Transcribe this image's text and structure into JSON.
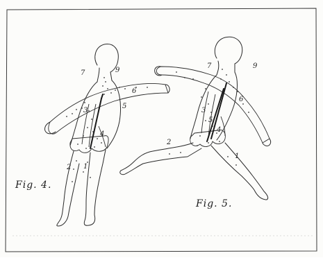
{
  "figures": [
    {
      "caption": "Fig. 4.",
      "labels": {
        "n1": "1",
        "n2": "2",
        "n3": "3",
        "n4": "4",
        "n5": "5",
        "n6": "6",
        "n7": "7",
        "n9": "9"
      }
    },
    {
      "caption": "Fig. 5.",
      "labels": {
        "n1": "1",
        "n2": "2",
        "n3": "3",
        "n4": "4",
        "n5": "5",
        "n6": "6",
        "n7": "7",
        "n9": "9"
      }
    }
  ],
  "colors": {
    "ink": "#2a2a2a",
    "paper": "#fcfcfa"
  }
}
